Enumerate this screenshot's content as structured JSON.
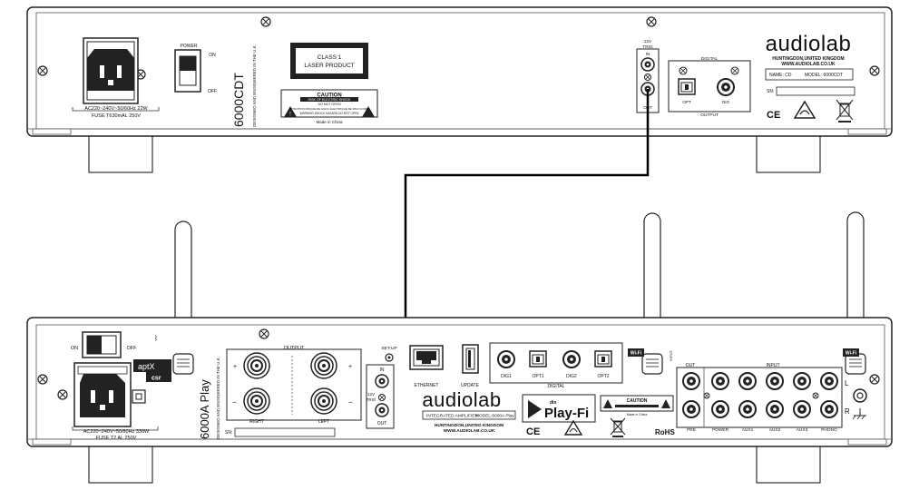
{
  "cd_player": {
    "power_label": "POWER",
    "on_label": "ON",
    "off_label": "OFF",
    "ac_rating": "AC220~240V~50/60Hz 22W",
    "fuse_rating": "FUSE T630mAL 250V",
    "laser_label_line1": "CLASS 1",
    "laser_label_line2": "LASER PRODUCT",
    "caution_title": "CAUTION",
    "caution_risk": "RISK OF ELECTRIC SHOCK",
    "caution_do_not_open": "DO NOT OPEN",
    "caution_french": "ATTENTION RISQUE DE CHOC ELECTRIQUE-NE PAS OUVRIR",
    "caution_warning": "WARNING:SHOCK HAZARD-DO NOT OPEN",
    "made_in": "Made in China",
    "model_vertical": "6000CDT",
    "designed_in": "DESIGNED AND ENGINEERED IN THE U.K.",
    "trig_label_line1": "12V",
    "trig_label_line2": "TRIG",
    "trig_in": "IN",
    "trig_out": "OUT",
    "digital_label": "DIGITAL",
    "opt_label": "OPT",
    "dig_label": "DIG",
    "output_label": "OUTPUT",
    "brand": "audiolab",
    "address_line1": "HUNTINGDON,UNITED KINGDOM",
    "address_line2": "WWW.AUDIOLAB.CO.UK",
    "name_field": "NAME: CD",
    "model_field": "MODEL: 6000CDT",
    "sn_label": "SN:",
    "ce_mark": "CE"
  },
  "amplifier": {
    "on_label": "ON",
    "off_label": "OFF",
    "aptx_label": "aptX",
    "csr_label": "csr",
    "ac_rating": "AC220~240V~50/60Hz 330W",
    "fuse_rating": "FUSE T2 AL 250V",
    "model_vertical": "6000A Play",
    "designed_in": "DESIGNED AND ENGINEERED IN THE U.K.",
    "sn_label": "SN:",
    "output_label": "OUTPUT",
    "right_label": "RIGHT",
    "left_label": "LEFT",
    "plus": "+",
    "minus": "−",
    "setup_label": "SET-UP",
    "trig_in": "IN",
    "trig_label_line1": "12V",
    "trig_label_line2": "TRIG",
    "trig_out": "OUT",
    "ethernet_label": "ETHERNET",
    "update_label": "UPDATE",
    "dig1": "DIG1",
    "opt1": "OPT1",
    "dig2": "DIG2",
    "opt2": "OPT2",
    "digital_label": "DIGITAL",
    "wifi_label": "Wi-Fi",
    "brand": "audiolab",
    "integrated_amp": "INTEGRATED AMPLIFIER",
    "model_field": "MODEL:6000A Play",
    "address_line1": "HUNTINGDON,UNITED KINGDOM",
    "address_line2": "WWW.AUDIOLAB.CO.UK",
    "dts_label": "dts",
    "playfi_label": "Play-Fi",
    "caution_title": "CAUTION",
    "made_in": "Made in China",
    "ce_mark": "CE",
    "rohs": "RoHS",
    "out_label": "OUT",
    "input_label": "INPUT",
    "pre": "PRE",
    "power": "POWER",
    "aux1": "AUX1",
    "aux2": "AUX2",
    "aux3": "AUX3",
    "phono": "PHONO",
    "l_label": "L",
    "r_label": "R",
    "input_vertical": "INPUT"
  }
}
